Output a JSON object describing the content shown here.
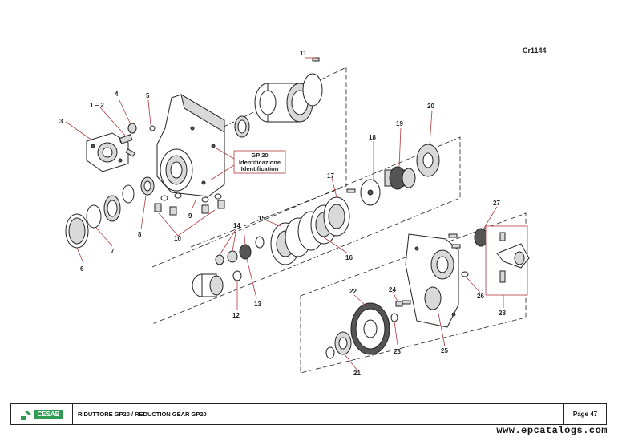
{
  "drawing_code": "Cr1144",
  "identification_box": {
    "line1": "GP 20",
    "line2": "Identificazione",
    "line3": "Identification"
  },
  "callouts": [
    {
      "id": "c1",
      "text": "1 – 2"
    },
    {
      "id": "c3",
      "text": "3"
    },
    {
      "id": "c4",
      "text": "4"
    },
    {
      "id": "c5",
      "text": "5"
    },
    {
      "id": "c6",
      "text": "6"
    },
    {
      "id": "c7",
      "text": "7"
    },
    {
      "id": "c8",
      "text": "8"
    },
    {
      "id": "c9",
      "text": "9"
    },
    {
      "id": "c10",
      "text": "10"
    },
    {
      "id": "c11",
      "text": "11"
    },
    {
      "id": "c12",
      "text": "12"
    },
    {
      "id": "c13",
      "text": "13"
    },
    {
      "id": "c14",
      "text": "14"
    },
    {
      "id": "c15",
      "text": "15"
    },
    {
      "id": "c16",
      "text": "16"
    },
    {
      "id": "c17",
      "text": "17"
    },
    {
      "id": "c18",
      "text": "18"
    },
    {
      "id": "c19",
      "text": "19"
    },
    {
      "id": "c20",
      "text": "20"
    },
    {
      "id": "c21",
      "text": "21"
    },
    {
      "id": "c22",
      "text": "22"
    },
    {
      "id": "c23",
      "text": "23"
    },
    {
      "id": "c24",
      "text": "24"
    },
    {
      "id": "c25",
      "text": "25"
    },
    {
      "id": "c26",
      "text": "26"
    },
    {
      "id": "c27",
      "text": "27"
    },
    {
      "id": "c28",
      "text": "28"
    }
  ],
  "footer": {
    "brand": "CESAB",
    "title": "RIDUTTORE GP20 / REDUCTION GEAR GP20",
    "page": "Page 47",
    "brand_color": "#2f9a52"
  },
  "watermark": "www.epcatalogs.com"
}
